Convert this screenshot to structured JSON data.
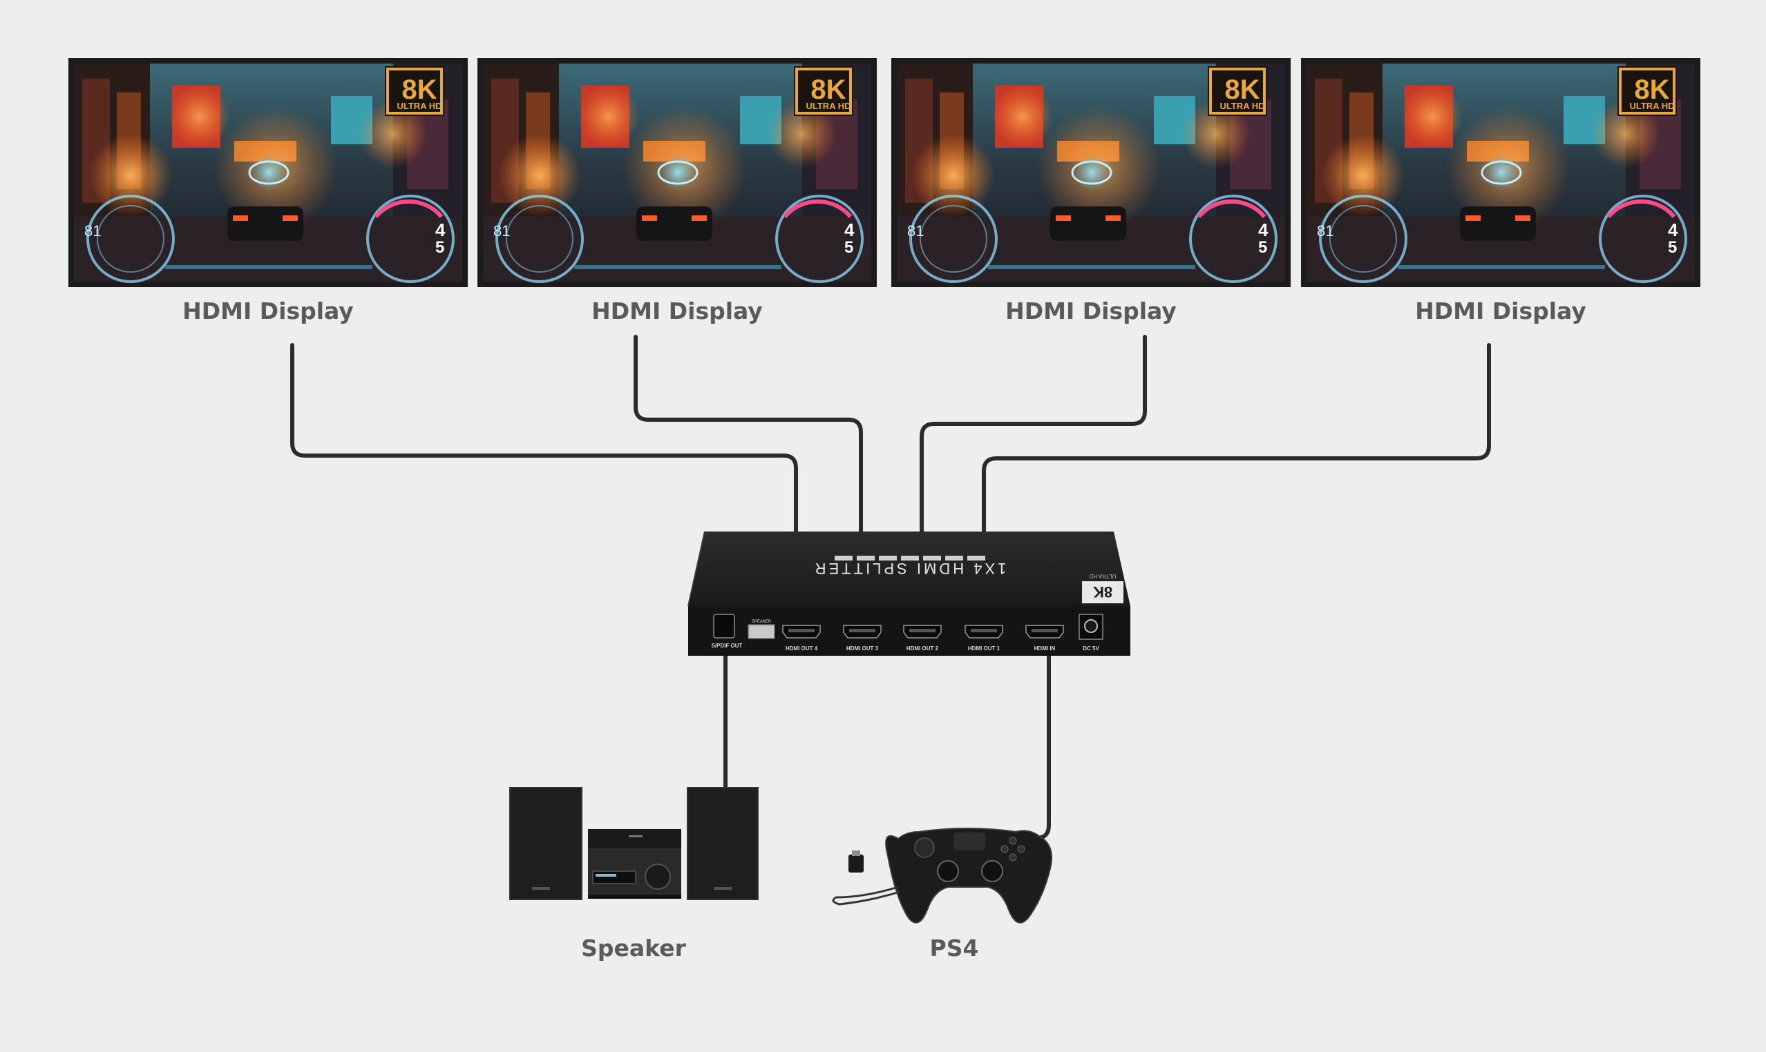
{
  "displays": [
    {
      "label": "HDMI Display",
      "badge_main": "8K",
      "badge_sub": "ULTRA HD",
      "hud_left": "81",
      "hud_right_top": "4",
      "hud_right_bottom": "5"
    },
    {
      "label": "HDMI Display",
      "badge_main": "8K",
      "badge_sub": "ULTRA HD",
      "hud_left": "81",
      "hud_right_top": "4",
      "hud_right_bottom": "5"
    },
    {
      "label": "HDMI Display",
      "badge_main": "8K",
      "badge_sub": "ULTRA HD",
      "hud_left": "81",
      "hud_right_top": "4",
      "hud_right_bottom": "5"
    },
    {
      "label": "HDMI Display",
      "badge_main": "8K",
      "badge_sub": "ULTRA HD",
      "hud_left": "81",
      "hud_right_top": "4",
      "hud_right_bottom": "5"
    }
  ],
  "splitter": {
    "title": "1X4 HDMI SPLITTER",
    "badge_main": "8K",
    "badge_sub": "ULTRA HD",
    "ports": [
      "S/PDIF OUT",
      "SPEAKER",
      "HDMI OUT 4",
      "HDMI OUT 3",
      "HDMI OUT 2",
      "HDMI OUT 1",
      "HDMI IN",
      "DC 5V"
    ]
  },
  "sources": {
    "speaker_label": "Speaker",
    "ps4_label": "PS4"
  },
  "colors": {
    "background": "#eeeeee",
    "cable": "#2b2b2b",
    "device": "#1c1c1c",
    "label_text": "#5a5a5a",
    "badge_gold": "#e8a93a"
  }
}
